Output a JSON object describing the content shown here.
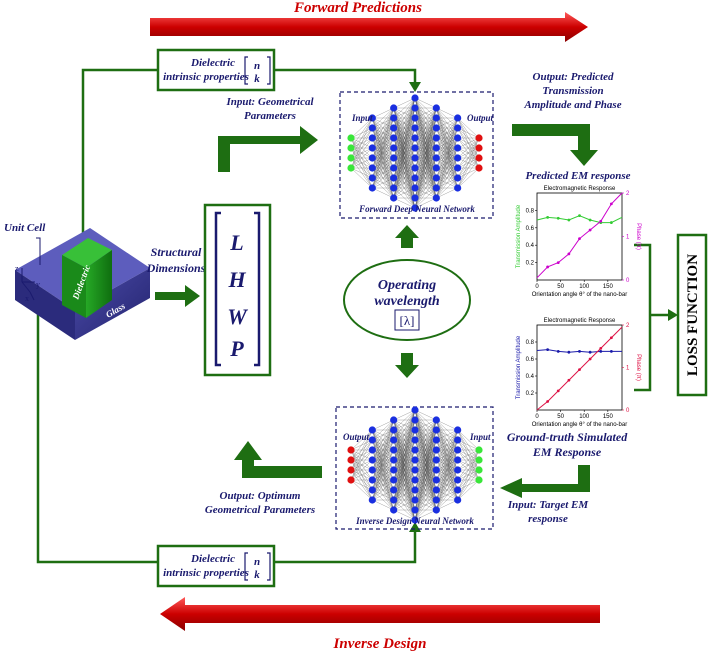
{
  "banners": {
    "forward": "Forward Predictions",
    "inverse": "Inverse Design"
  },
  "dielectric_top": {
    "line1": "Dielectric",
    "line2": "intrinsic properties",
    "matrix": [
      "n",
      "k"
    ]
  },
  "dielectric_bottom": {
    "line1": "Dielectric",
    "line2": "intrinsic properties",
    "matrix": [
      "n",
      "k"
    ]
  },
  "labels": {
    "input_geom_1": "Input: Geometrical",
    "input_geom_2": "Parameters",
    "output_pred_1": "Output: Predicted",
    "output_pred_2": "Transmission",
    "output_pred_3": "Amplitude and Phase",
    "predicted_em": "Predicted EM response",
    "structural_1": "Structural",
    "structural_2": "Dimensions",
    "unit_cell": "Unit Cell",
    "dielectric_block": "Dielectric",
    "glass": "Glass",
    "axis_z": "z",
    "axis_x": "x",
    "axis_y": "y",
    "operating_1": "Operating",
    "operating_2": "wavelength",
    "lambda": "[λ]",
    "loss_function": "LOSS FUNCTION",
    "ground_truth_1": "Ground-truth Simulated",
    "ground_truth_2": "EM Response",
    "input_target_1": "Input: Target EM",
    "input_target_2": "response",
    "output_optimum_1": "Output: Optimum",
    "output_optimum_2": "Geometrical Parameters"
  },
  "params": [
    "L",
    "H",
    "W",
    "P"
  ],
  "forward_nn": {
    "title": "Forward Deep Neural Network",
    "input_label": "Input",
    "output_label": "Output"
  },
  "inverse_nn": {
    "title": "Inverse Design Neural Network",
    "input_label": "Input",
    "output_label": "Output"
  },
  "colors": {
    "arrow_green": "#1e6e12",
    "banner_red": "#c00000",
    "navy": "#1a1a6e",
    "glass": "#3a3a8c",
    "node_blue": "#1a2fe0",
    "node_green": "#39e639",
    "node_red": "#e01010",
    "amp_green": "#33cc33",
    "phase_magenta": "#cc00cc",
    "amp_blue": "#1a1aaa",
    "phase_red": "#dd1144"
  },
  "chart_data": [
    {
      "type": "line",
      "title": "Electromagnetic Response",
      "xlabel": "Orientation angle θ° of the nano-bar",
      "ylabel": "Transmission Amplitude",
      "y2label": "Phase (π)",
      "xlim": [
        0,
        180
      ],
      "ylim": [
        0,
        1
      ],
      "y2lim": [
        0,
        2
      ],
      "xticks": [
        "0",
        "50",
        "100",
        "150"
      ],
      "yticks": [
        "0.2",
        "0.4",
        "0.6",
        "0.8"
      ],
      "y2ticks": [
        "0",
        "1",
        "2"
      ],
      "series": [
        {
          "axis": "left",
          "color": "#33cc33",
          "x": [
            0,
            22.5,
            45,
            67.5,
            90,
            112.5,
            135,
            157.5,
            180
          ],
          "y": [
            0.69,
            0.72,
            0.71,
            0.69,
            0.74,
            0.69,
            0.66,
            0.66,
            0.72
          ]
        },
        {
          "axis": "right",
          "color": "#cc00cc",
          "x": [
            0,
            22.5,
            45,
            67.5,
            90,
            112.5,
            135,
            157.5,
            180
          ],
          "y": [
            0.05,
            0.3,
            0.4,
            0.6,
            0.95,
            1.15,
            1.35,
            1.75,
            2.0
          ]
        }
      ]
    },
    {
      "type": "line",
      "title": "Electromagnetic Response",
      "xlabel": "Orientation angle θ° of the nano-bar",
      "ylabel": "Transmission Amplitude",
      "y2label": "Phase (π)",
      "xlim": [
        0,
        180
      ],
      "ylim": [
        0,
        1
      ],
      "y2lim": [
        0,
        2
      ],
      "xticks": [
        "0",
        "50",
        "100",
        "150"
      ],
      "yticks": [
        "0.2",
        "0.4",
        "0.6",
        "0.8"
      ],
      "y2ticks": [
        "0",
        "1",
        "2"
      ],
      "series": [
        {
          "axis": "left",
          "color": "#1a1aaa",
          "x": [
            0,
            22.5,
            45,
            67.5,
            90,
            112.5,
            135,
            157.5,
            180
          ],
          "y": [
            0.7,
            0.71,
            0.69,
            0.68,
            0.69,
            0.68,
            0.69,
            0.69,
            0.69
          ]
        },
        {
          "axis": "right",
          "color": "#dd1144",
          "x": [
            0,
            22.5,
            45,
            67.5,
            90,
            112.5,
            135,
            157.5,
            180
          ],
          "y": [
            0.0,
            0.2,
            0.45,
            0.7,
            0.95,
            1.2,
            1.45,
            1.7,
            1.95
          ]
        }
      ]
    }
  ]
}
